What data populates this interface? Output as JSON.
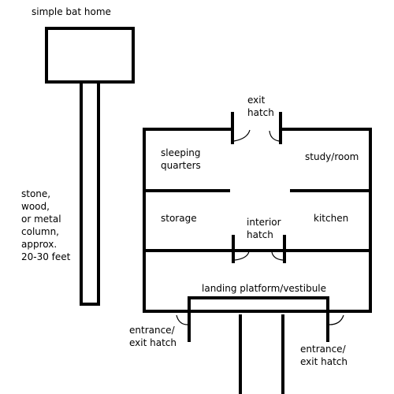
{
  "title": "simple bat home",
  "column_note": [
    "stone,",
    "wood,",
    "or metal",
    "column,",
    "approx.",
    "20-30 feet"
  ],
  "labels": {
    "exit_hatch": [
      "exit",
      "hatch"
    ],
    "sleeping_quarters": [
      "sleeping",
      "quarters"
    ],
    "study_room": "study/room",
    "storage": "storage",
    "interior_hatch": [
      "interior",
      "hatch"
    ],
    "kitchen": "kitchen",
    "landing_platform": "landing platform/vestibule",
    "entrance_left": [
      "entrance/",
      "exit hatch"
    ],
    "entrance_right": [
      "entrance/",
      "exit hatch"
    ]
  },
  "colors": {
    "line": "#000000",
    "background": "#ffffff"
  }
}
